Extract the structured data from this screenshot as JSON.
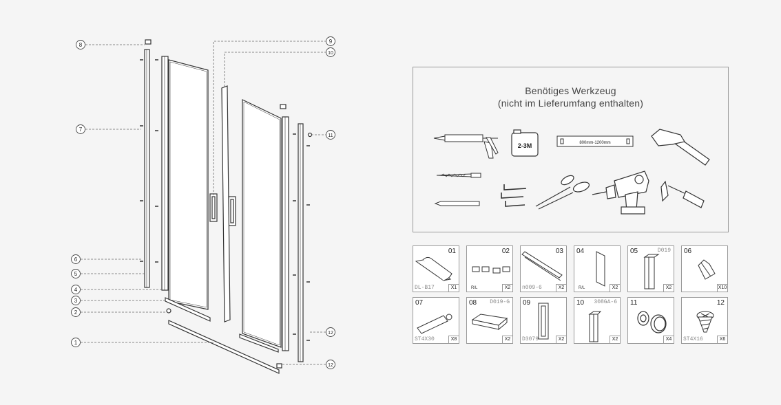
{
  "callouts": {
    "c1": "1",
    "c2": "2",
    "c3": "3",
    "c4": "4",
    "c5": "5",
    "c6": "6",
    "c7": "7",
    "c8": "8",
    "c9": "9",
    "c10": "10",
    "c11": "11",
    "c12a": "12",
    "c12b": "12"
  },
  "tools": {
    "title": "Benötiges Werkzeug",
    "subtitle": "(nicht im Lieferumfang enthalten)",
    "tape_label": "2-3M",
    "level_label": "800mm-1200mm"
  },
  "parts": [
    {
      "num": "01",
      "code": "DL-B17",
      "qty": "X1"
    },
    {
      "num": "02",
      "code": "R/L",
      "qty": "X2"
    },
    {
      "num": "03",
      "code": "n009-6",
      "qty": "X2"
    },
    {
      "num": "04",
      "code": "R/L",
      "qty": "X2"
    },
    {
      "num": "05",
      "code": "D019",
      "qty": "X2"
    },
    {
      "num": "06",
      "code": "",
      "qty": "X10"
    },
    {
      "num": "07",
      "code": "ST4X30",
      "qty": "X8"
    },
    {
      "num": "08",
      "code": "D019-G",
      "qty": "X2"
    },
    {
      "num": "09",
      "code": "D3079",
      "qty": "X2"
    },
    {
      "num": "10",
      "code": "308GA-6",
      "qty": "X2"
    },
    {
      "num": "11",
      "code": "",
      "qty": "X4"
    },
    {
      "num": "12",
      "code": "ST4X16",
      "qty": "X6"
    }
  ],
  "colors": {
    "line": "#333333",
    "dash": "#666666",
    "background": "#f5f5f5"
  }
}
